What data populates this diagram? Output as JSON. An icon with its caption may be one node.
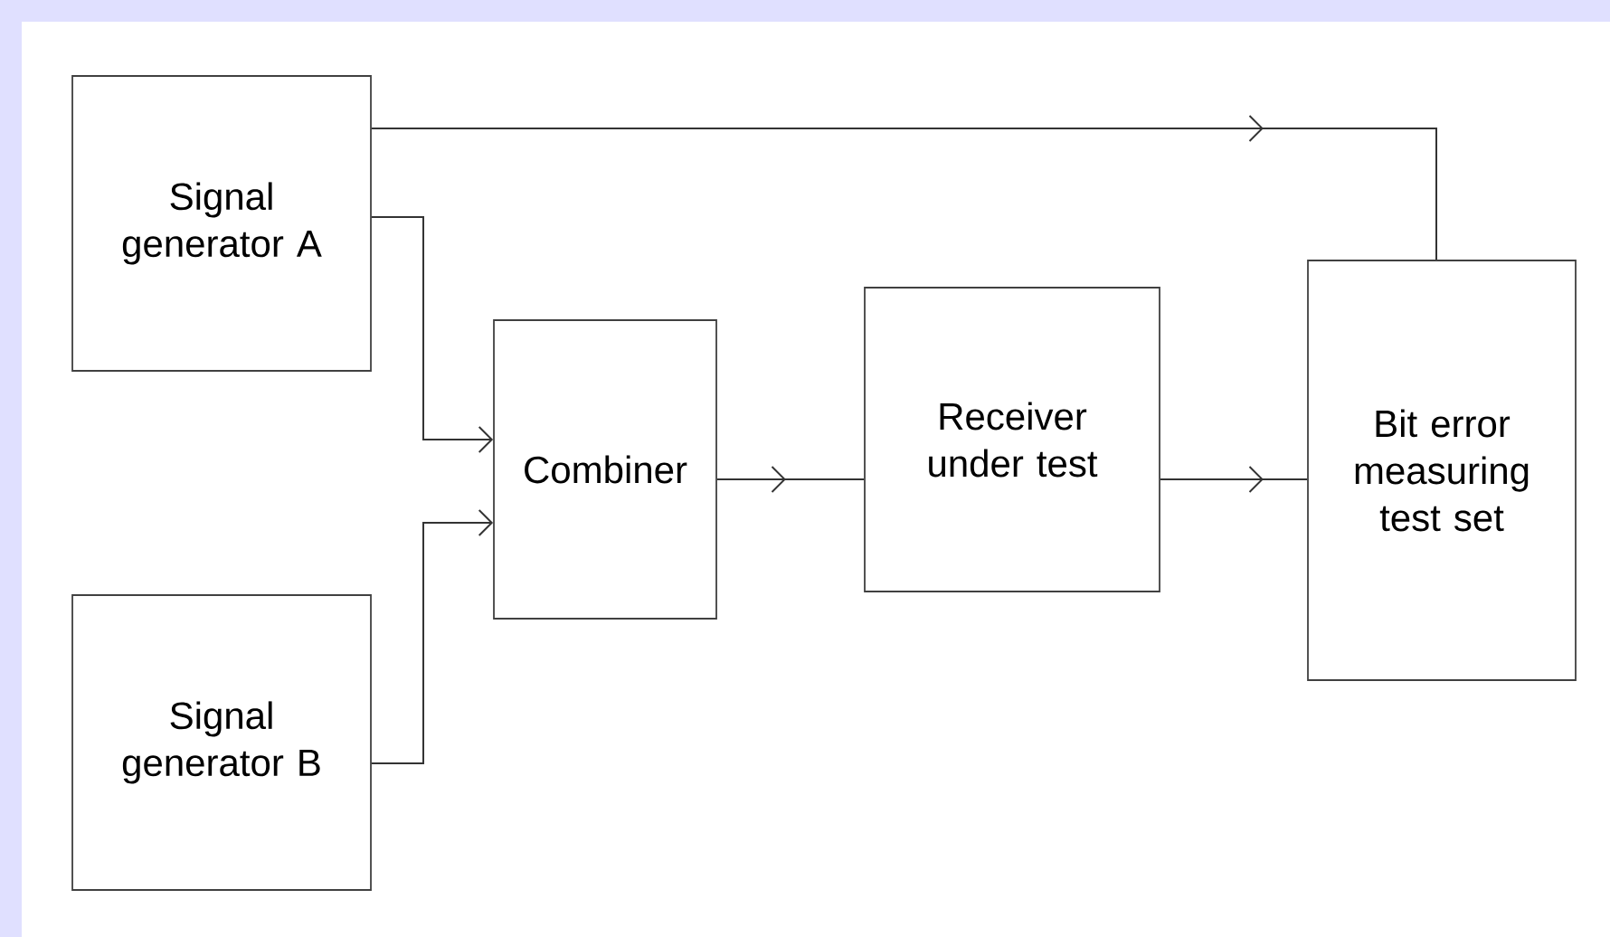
{
  "diagram": {
    "nodes": [
      {
        "text": [
          "Signal generator A"
        ]
      },
      {
        "text": [
          "Signal generator B"
        ]
      },
      {
        "text": [
          "Combiner"
        ]
      },
      {
        "text": [
          "Receiver under test"
        ]
      },
      {
        "text": [
          "Bit error measuring test set"
        ]
      }
    ],
    "edges": [
      {
        "from": 0,
        "to": 4,
        "arrow": "to"
      },
      {
        "from": 0,
        "to": 2,
        "arrow": "to"
      },
      {
        "from": 1,
        "to": 2,
        "arrow": "to"
      },
      {
        "from": 2,
        "to": 3,
        "arrow": "to"
      },
      {
        "from": 3,
        "to": 4,
        "arrow": "to"
      }
    ]
  }
}
